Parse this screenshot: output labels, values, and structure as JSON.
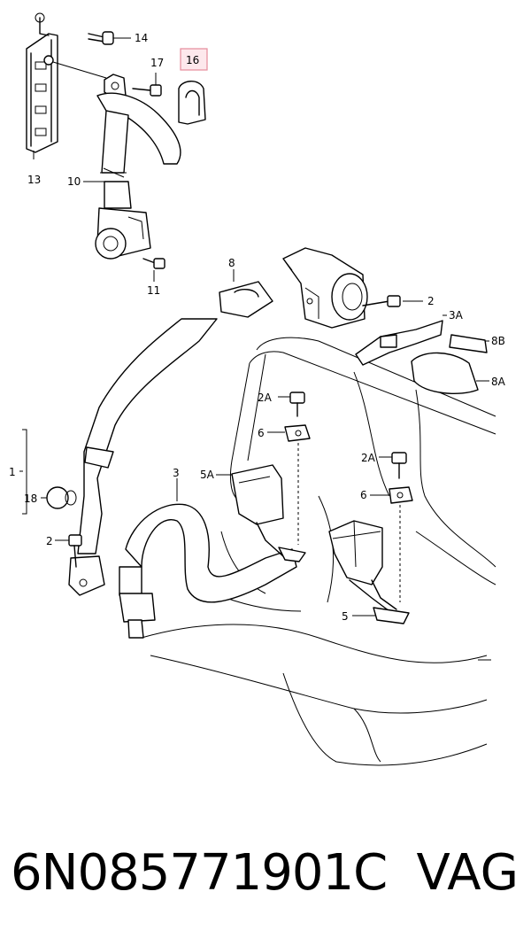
{
  "callouts": {
    "c14": "14",
    "c17": "17",
    "c16": "16",
    "c13": "13",
    "c10": "10",
    "c11": "11",
    "c8": "8",
    "c2_right": "2",
    "c3A": "3A",
    "c8B": "8B",
    "c8A": "8A",
    "c1": "1",
    "c2A_mid": "2A",
    "c6_mid": "6",
    "c3": "3",
    "c5A": "5A",
    "c2A_right": "2A",
    "c6_right": "6",
    "c18": "18",
    "c2_left": "2",
    "c5": "5"
  },
  "footer": {
    "part_number": "6N085771901C",
    "brand": "VAG"
  },
  "highlight": {
    "callout": "16",
    "color": "#fde8ec"
  }
}
